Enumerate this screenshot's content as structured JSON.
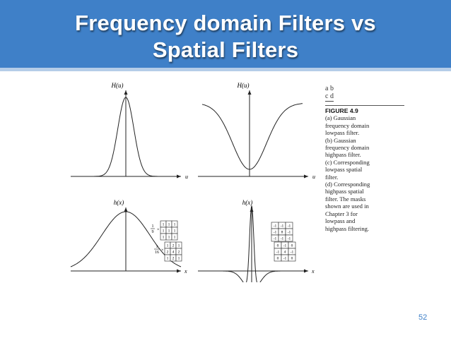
{
  "slide": {
    "title_line1": "Frequency domain Filters vs",
    "title_line2": "Spatial Filters",
    "page_number": "52"
  },
  "figure": {
    "panels": {
      "a": {
        "ylabel": "H(u)",
        "xlabel": "u"
      },
      "b": {
        "ylabel": "H(u)",
        "xlabel": "u"
      },
      "c": {
        "ylabel": "h(x)",
        "xlabel": "x"
      },
      "d": {
        "ylabel": "h(x)",
        "xlabel": "x"
      }
    },
    "masks": {
      "box_factor_num": "1",
      "box_factor_den": "9",
      "box": [
        "1",
        "1",
        "1",
        "1",
        "1",
        "1",
        "1",
        "1",
        "1"
      ],
      "weighted_factor_num": "1",
      "weighted_factor_den": "16",
      "weighted": [
        "1",
        "2",
        "1",
        "2",
        "4",
        "2",
        "1",
        "2",
        "1"
      ],
      "highpass_1": [
        "-1",
        "-1",
        "-1",
        "-1",
        "8",
        "-1",
        "-1",
        "-1",
        "-1"
      ],
      "highpass_2": [
        "0",
        "-1",
        "0",
        "-1",
        "4",
        "-1",
        "0",
        "-1",
        "0"
      ]
    }
  },
  "caption": {
    "panel_key_row1": "a b",
    "panel_key_row2": "c d",
    "figure_label": "FIGURE 4.9",
    "lines": [
      "(a) Gaussian",
      "frequency domain",
      "lowpass filter.",
      "(b) Gaussian",
      "frequency domain",
      "highpass filter.",
      "(c) Corresponding",
      "lowpass spatial",
      "filter.",
      "(d) Corresponding",
      "highpass spatial",
      "filter. The masks",
      "shown are used in",
      "Chapter 3 for",
      "lowpass and",
      "highpass filtering."
    ]
  },
  "colors": {
    "banner": "#3f80c8",
    "banner_rule": "#b5cde8",
    "title_text": "#ffffff",
    "page_number": "#3f80c8"
  }
}
